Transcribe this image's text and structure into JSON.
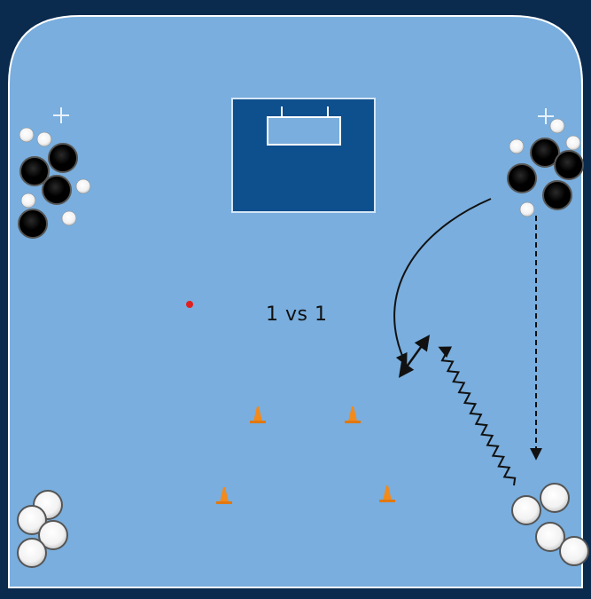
{
  "diagram": {
    "label": "1 vs 1",
    "colors": {
      "outer": "#0a2a4e",
      "field": "#79aede",
      "field_border": "#ffffff",
      "goal_area": "#0e4f8d",
      "cone": "#f28a1c",
      "ball_red": "#e02020",
      "arrow": "#111111"
    },
    "players": {
      "black_team": "black-puck-players",
      "white_team": "white-puck-players"
    },
    "icons": [
      "plus-marker-icon",
      "ball-icon",
      "cone-icon",
      "goal-icon"
    ]
  }
}
